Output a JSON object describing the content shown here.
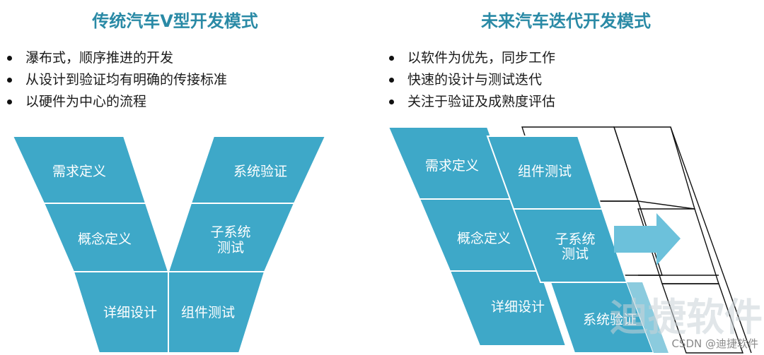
{
  "left": {
    "title": "传统汽车V型开发模式",
    "bullets": [
      "瀑布式，顺序推进的开发",
      "从设计到验证均有明确的传接标准",
      "以硬件为中心的流程"
    ],
    "blocks": {
      "b1": "需求定义",
      "b2": "概念定义",
      "b3": "详细设计",
      "b4": "组件测试",
      "b5a": "子系统",
      "b5b": "测试",
      "b6": "系统验证"
    }
  },
  "right": {
    "title": "未来汽车迭代开发模式",
    "bullets": [
      "以软件为优先，同步工作",
      "快速的设计与测试迭代",
      "关注于验证及成熟度评估"
    ],
    "blocks": {
      "c1": "需求定义",
      "c2": "概念定义",
      "c3": "详细设计",
      "d1": "组件测试",
      "d2a": "子系统",
      "d2b": "测试",
      "d3": "系统验证"
    }
  },
  "colors": {
    "accent": "#2a8aa6",
    "block": "#3ea8c8",
    "arrow": "#6cc1db"
  },
  "watermark": "迪捷软件",
  "credit": "CSDN @迪捷软件"
}
